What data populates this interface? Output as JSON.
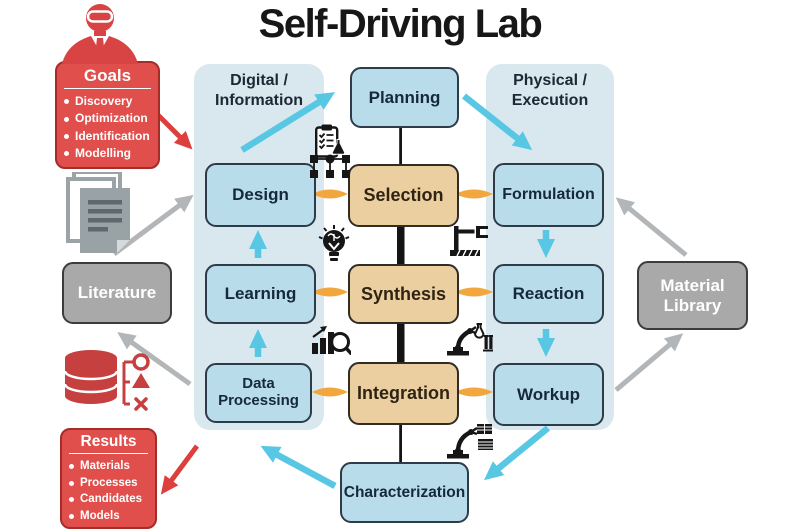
{
  "title": "Self-Driving Lab",
  "columns": {
    "digital": {
      "line1": "Digital /",
      "line2": "Information"
    },
    "physical": {
      "line1": "Physical /",
      "line2": "Execution"
    }
  },
  "nodes": {
    "planning": "Planning",
    "design": "Design",
    "learning": "Learning",
    "data_processing": "Data Processing",
    "selection": "Selection",
    "synthesis": "Synthesis",
    "integration": "Integration",
    "characterization": "Characterization",
    "formulation": "Formulation",
    "reaction": "Reaction",
    "workup": "Workup",
    "literature": "Literature",
    "material_library": {
      "line1": "Material",
      "line2": "Library"
    }
  },
  "goals": {
    "title": "Goals",
    "items": [
      "Discovery",
      "Optimization",
      "Identification",
      "Modelling"
    ]
  },
  "results": {
    "title": "Results",
    "items": [
      "Materials",
      "Processes",
      "Candidates",
      "Models"
    ]
  },
  "icons": {
    "scientist": "scientist-icon",
    "documents": "documents-icon",
    "database_classifier": "database-classifier-icon",
    "clipboard_checklist": "clipboard-checklist-icon",
    "workflow_nodes": "workflow-nodes-icon",
    "idea_lightbulb": "lightbulb-brain-icon",
    "data_analysis": "chart-magnifier-icon",
    "lab_clamp": "lab-clamp-icon",
    "robot_arm_flask": "robot-arm-flask-icon",
    "robot_arm_plates": "robot-arm-plates-icon"
  },
  "colors": {
    "node_blue": "#b8dcea",
    "node_tan": "#eccfa0",
    "panel_red": "#e04f4c",
    "box_gray": "#a9a9a9",
    "column_bg": "#d9e8ee",
    "arrow_cyan": "#57c7e4",
    "arrow_orange": "#f2a63e",
    "arrow_red": "#dd3f3c",
    "arrow_gray": "#b2b6b8",
    "line_black": "#141414"
  }
}
